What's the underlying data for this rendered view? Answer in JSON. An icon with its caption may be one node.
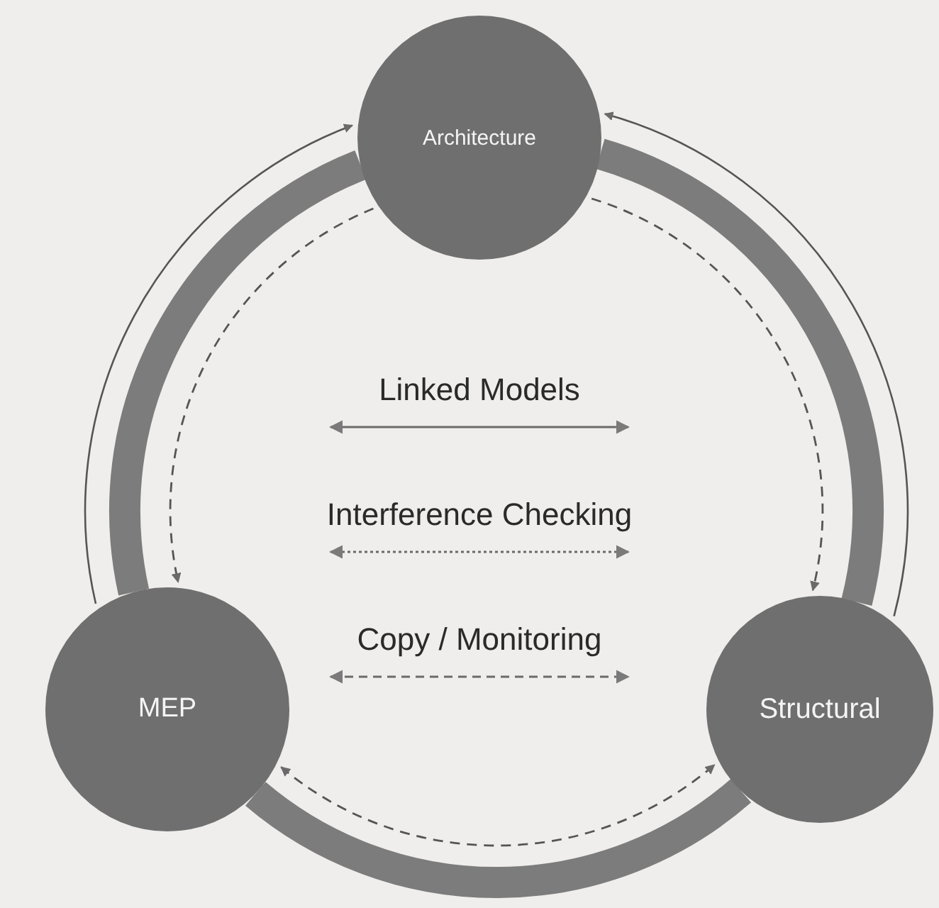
{
  "diagram": {
    "nodes": [
      {
        "text": [
          "Architecture"
        ]
      },
      {
        "text": [
          "MEP"
        ]
      },
      {
        "text": [
          "Structural"
        ]
      }
    ],
    "edges": [
      {
        "from": 0,
        "to": 1,
        "arrow": "none",
        "style": "thick"
      },
      {
        "from": 0,
        "to": 2,
        "arrow": "none",
        "style": "thick"
      },
      {
        "from": 1,
        "to": 2,
        "arrow": "none",
        "style": "thick"
      },
      {
        "from": 1,
        "to": 0,
        "arrow": "to"
      },
      {
        "from": 2,
        "to": 0,
        "arrow": "to"
      },
      {
        "from": 0,
        "to": 1,
        "arrow": "to",
        "style": "dashed"
      },
      {
        "from": 0,
        "to": 2,
        "arrow": "to",
        "style": "dashed"
      },
      {
        "from": 1,
        "to": 2,
        "arrow": "both",
        "style": "dashed"
      }
    ],
    "legend": [
      {
        "text": "Linked Models"
      },
      {
        "text": "Interference Checking"
      },
      {
        "text": "Copy / Monitoring"
      }
    ]
  }
}
